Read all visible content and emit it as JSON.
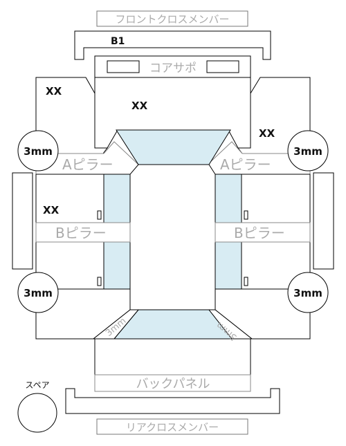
{
  "labels": {
    "front_cross_member": "フロントクロスメンバー",
    "b1": "B1",
    "core_support": "コアサポ",
    "rear_cross_member": "リアクロスメンバー",
    "back_panel": "バックパネル",
    "spare": "スペア",
    "a_pillar_left": "Aピラー",
    "a_pillar_right": "Aピラー",
    "b_pillar_left": "Bピラー",
    "b_pillar_right": "Bピラー",
    "xx_front_left": "XX",
    "xx_center": "XX",
    "xx_front_right": "XX",
    "xx_left_mid": "XX",
    "tire_fl": "3mm",
    "tire_fr": "3mm",
    "tire_rl": "3mm",
    "tire_rr": "3mm",
    "rear_corner_left": "3mm",
    "rear_corner_right": "3mm"
  }
}
